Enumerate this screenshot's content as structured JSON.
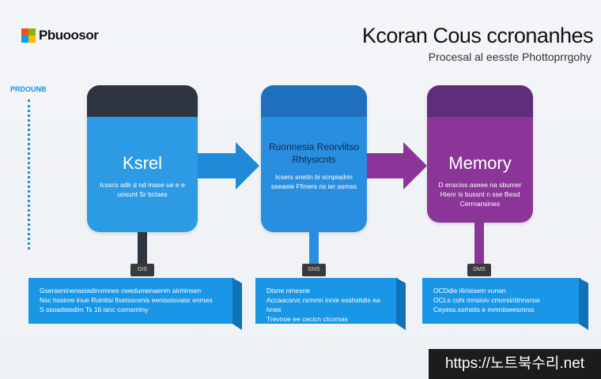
{
  "header": {
    "logo_text": "Pbuoosor",
    "title": "Kcoran Cous ccronanhes",
    "subtitle": "Procesal al eesste Phottoprrgohy"
  },
  "side_label": "PRDOUNB",
  "boxes": [
    {
      "title": "Ksrel",
      "desc": "Icsscs sdir d nd mase ue e e uosunt Sr bclaes"
    },
    {
      "title": "Ruonnesia Reorvlitso Rhtysicnts",
      "desc": "Icsers snetin bi scnpiadrin sseaeie Ffmers ns ier asmss"
    },
    {
      "title": "Memory",
      "desc": "D ensciss aseee na sbumer Hienr is bussnt n sse Besd Cerrnansines"
    }
  ],
  "plugs": [
    "GIS",
    "GNS",
    "DMS"
  ],
  "banners": [
    {
      "lines": [
        "Gseraeninenasiadinvmnes cwedumenaenm ainhinsen",
        "Nsc hssinre inue Ruintisi fisetsscenis eenisoisvaisr enmes",
        "S ssoadstedim Ts 16 isnc cornsmtny"
      ]
    },
    {
      "lines": [
        "Dtsne nmesne",
        "Accaacsrvc rsmmn innie esshsitdis ea hnes",
        "Trevnoe ee cecicn ctcorsas"
      ]
    },
    {
      "lines": [
        "OCDdie i6risisem vunan",
        "OCLs cohi mnsioiv cmorsinttnnsrsw",
        "Ceyess.ssmstis e mmniiseesmrss"
      ]
    }
  ],
  "watermark": "https://노트북수리.net",
  "colors": {
    "accent_blue": "#2d9be3",
    "accent_purple": "#8a3597",
    "arrow_blue": "#1f8ad8",
    "arrow_purple": "#8a3597"
  }
}
